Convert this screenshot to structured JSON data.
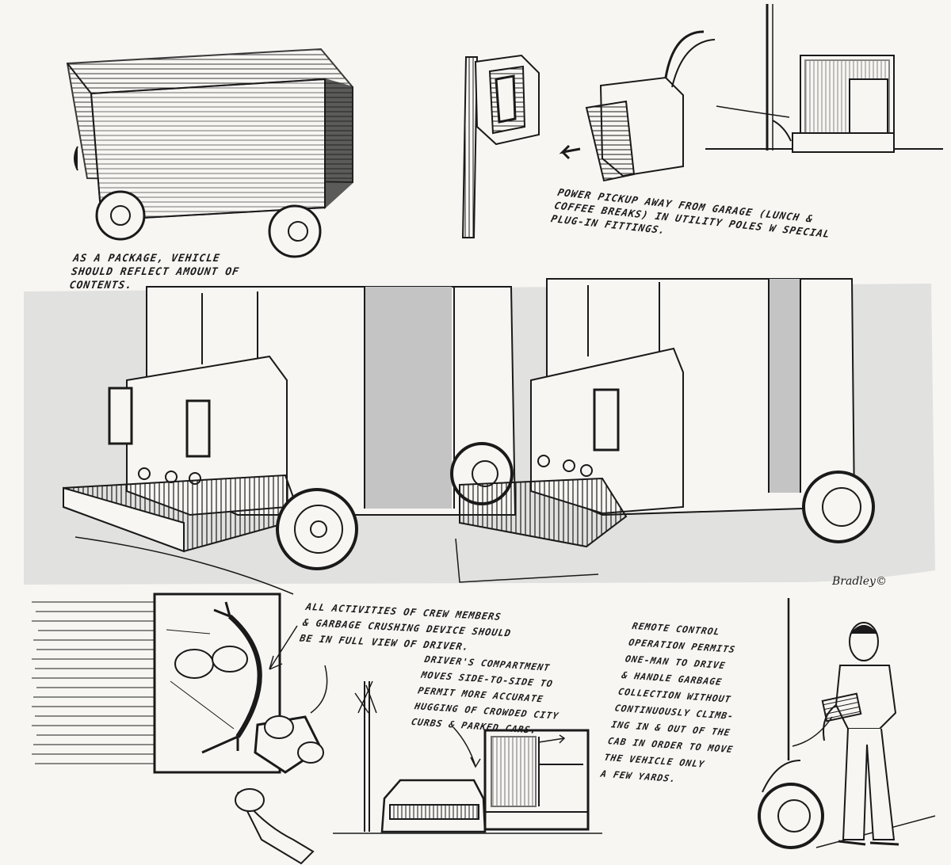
{
  "notes": {
    "vehicle_package": "AS A PACKAGE, VEHICLE\nSHOULD REFLECT AMOUNT of CONTENTS.",
    "power_pickup": "POWER PICKUP AWAY FROM GARAGE (LUNCH &\nCOFFEE BREAKS) IN UTILITY POLES W SPECIAL\nPLUG-IN FITTINGS.",
    "crew_view": "ALL ACTIVITIES OF CREW MEMBERS\n& GARBAGE CRUSHING DEVICE SHOULD\nBE IN FULL VIEW OF DRIVER.",
    "drivers_compartment": "DRIVER'S COMPARTMENT\nMOVES SIDE-TO-SIDE TO\nPERMIT MORE ACCURATE\nHUGGING OF CROWDED CITY\nCURBS & PARKED CARS.",
    "remote_control": "REMOTE CONTROL\nOPERATION PERMITS\nONE-MAN TO DRIVE\n& HANDLE GARBAGE\nCOLLECTION WITHOUT\nCONTINUOUSLY CLIMB-\nING IN & OUT OF THE\nCAB IN ORDER TO MOVE\nTHE VEHICLE ONLY\nA FEW YARDS."
  },
  "signature": "Bradley©",
  "colors": {
    "ink": "#1a1a1a",
    "paper": "#f7f6f3",
    "wash": "#d9d9d9"
  }
}
